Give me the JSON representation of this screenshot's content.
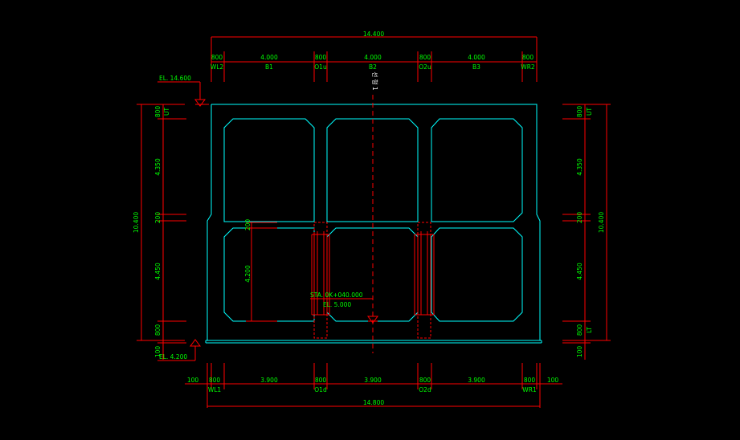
{
  "colors": {
    "background": "#000000",
    "structure": "#00ffff",
    "dimension": "#ff0000",
    "text": "#00ff00",
    "note": "#ffffff"
  },
  "top": {
    "overall": "14.400",
    "segments": [
      "800",
      "4.000",
      "800",
      "4.000",
      "800",
      "4.000",
      "800"
    ],
    "labels": [
      "WL2",
      "B1",
      "O1u",
      "B2",
      "O2u",
      "B3",
      "WR2"
    ]
  },
  "bottom": {
    "overall": "14.800",
    "segments": [
      "100",
      "800",
      "3.900",
      "800",
      "3.900",
      "800",
      "3.900",
      "800",
      "100"
    ],
    "labels": [
      "WL1",
      "O1d",
      "O2d",
      "WR1"
    ]
  },
  "left": {
    "overall": "10.400",
    "segments": [
      "800",
      "4.350",
      "200",
      "4.450",
      "800",
      "100"
    ],
    "labels": [
      "UT"
    ]
  },
  "right": {
    "overall": "10.400",
    "segments": [
      "800",
      "4.350",
      "200",
      "4.450",
      "800",
      "100"
    ],
    "labels": [
      "UT",
      "LT"
    ]
  },
  "elevations": {
    "top": "EL. 14.600",
    "bottom": "EL. 4.200"
  },
  "center_label": "선 형 1",
  "station": {
    "sta": "STA. 0K+040.000",
    "el": "EL. 5.000"
  },
  "inner_dims": {
    "small": "200",
    "height": "4.200"
  }
}
